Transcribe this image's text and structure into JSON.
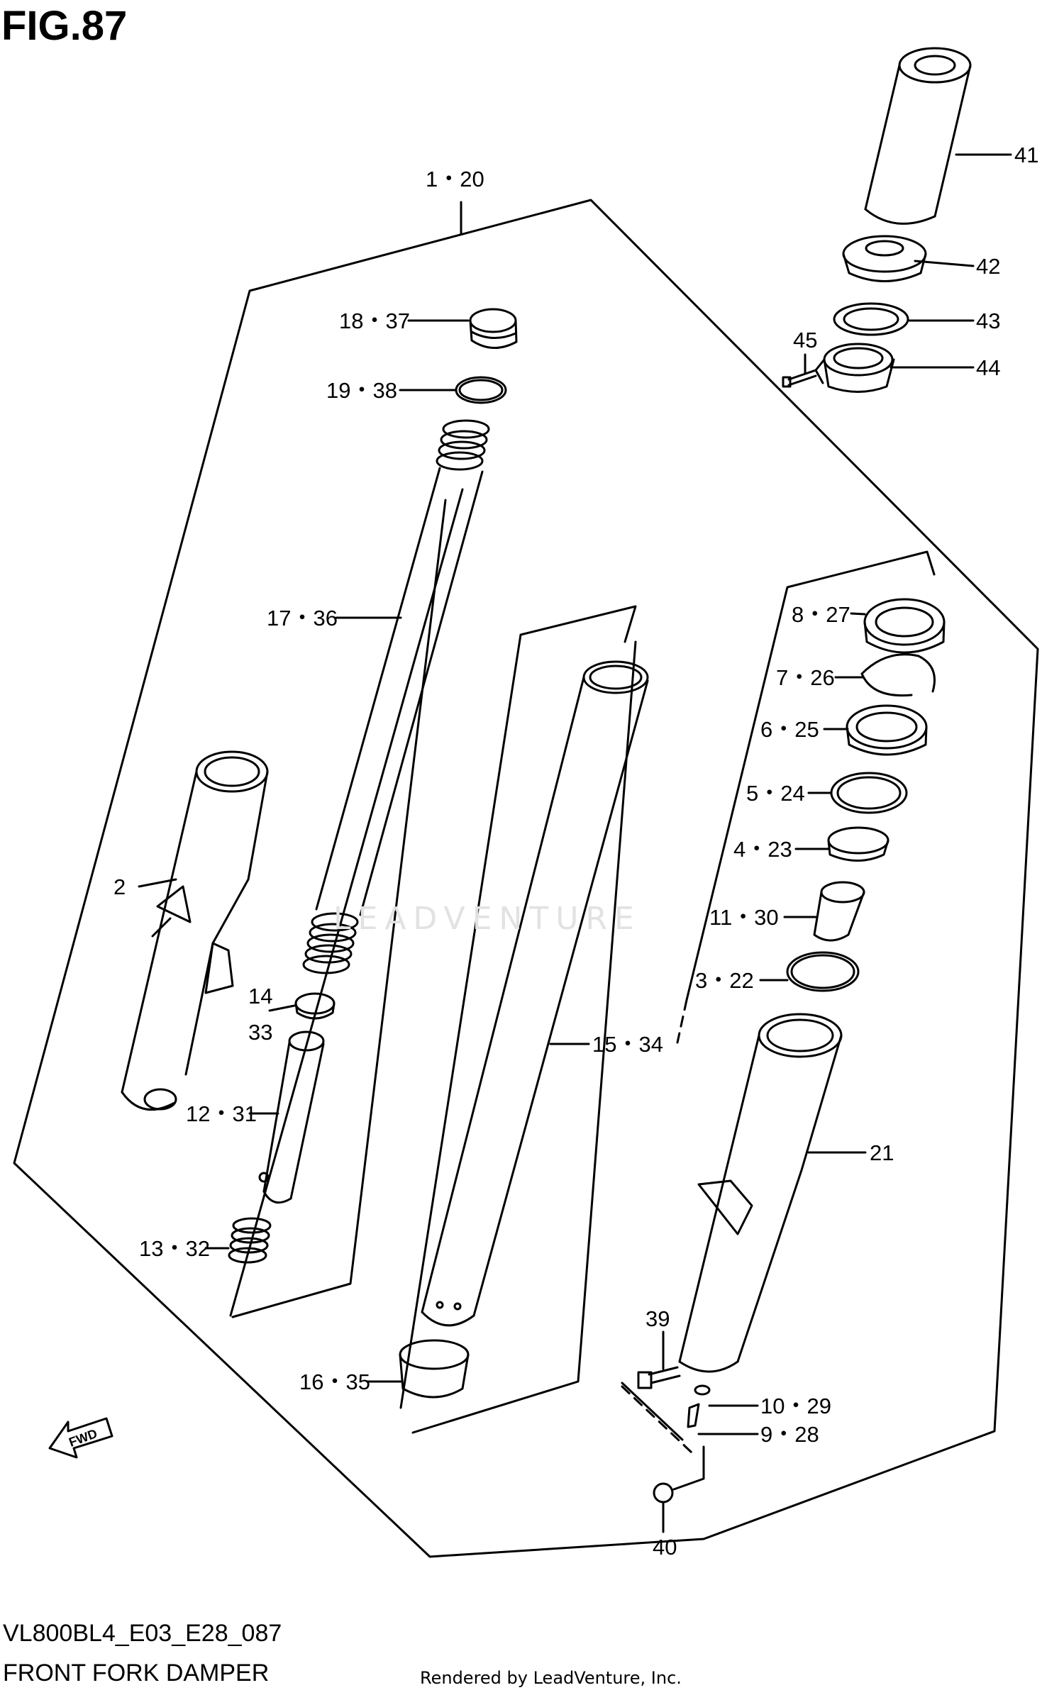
{
  "figure": {
    "title": "FIG.87",
    "model_code": "VL800BL4_E03_E28_087",
    "section_title": "FRONT FORK DAMPER",
    "rendered_by": "Rendered by LeadVenture, Inc.",
    "watermark": "LEADVENTURE",
    "fwd_label": "FWD"
  },
  "callouts": {
    "c1_20": "1・20",
    "c2": "2",
    "c3_22": "3・22",
    "c4_23": "4・23",
    "c5_24": "5・24",
    "c6_25": "6・25",
    "c7_26": "7・26",
    "c8_27": "8・27",
    "c9_28": "9・28",
    "c10_29": "10・29",
    "c11_30": "11・30",
    "c12_31": "12・31",
    "c13_32": "13・32",
    "c14": "14",
    "c33": "33",
    "c15_34": "15・34",
    "c16_35": "16・35",
    "c17_36": "17・36",
    "c18_37": "18・37",
    "c19_38": "19・38",
    "c21": "21",
    "c39": "39",
    "c40": "40",
    "c41": "41",
    "c42": "42",
    "c43": "43",
    "c44": "44",
    "c45": "45"
  }
}
